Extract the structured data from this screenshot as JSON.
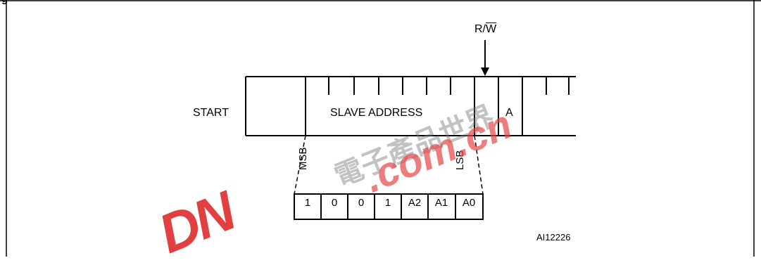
{
  "figure": {
    "tag": "g",
    "reference_code": "AI12226"
  },
  "frame": {
    "start_label": "START",
    "slave_address_label": "SLAVE ADDRESS",
    "rw_label_prefix": "R/",
    "rw_label_overline": "W",
    "ack_label": "A"
  },
  "bit_labels": {
    "msb": "MSB",
    "lsb": "LSB"
  },
  "address_bits": [
    "1",
    "0",
    "0",
    "1",
    "A2",
    "A1",
    "A0"
  ],
  "watermark": {
    "brand": "DN",
    "domain": ".com.cn",
    "cjk": "電子產品世界"
  },
  "colors": {
    "line": "#000000",
    "watermark_red": "#dc1e1e",
    "box_fill": "#ffffff"
  }
}
